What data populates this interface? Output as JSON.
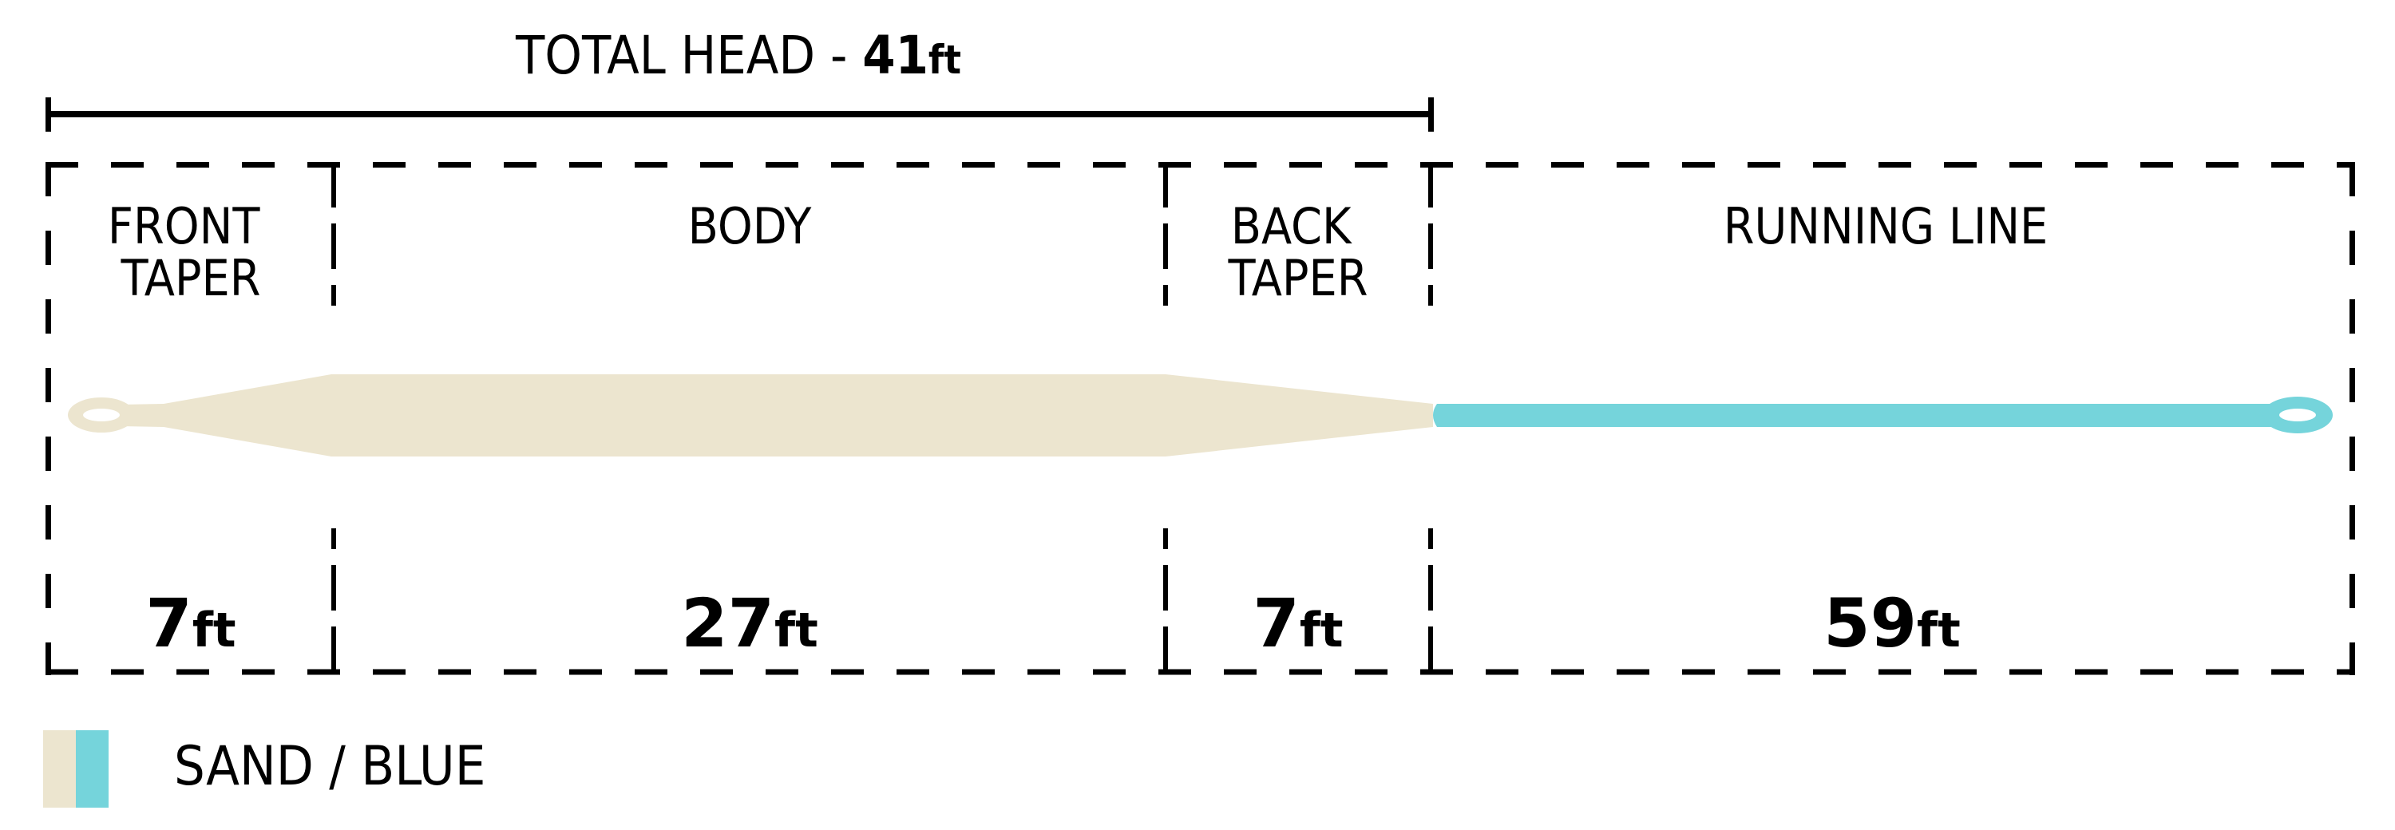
{
  "title": {
    "prefix": "TOTAL HEAD - ",
    "value": "41",
    "unit": "ft"
  },
  "sections": [
    {
      "id": "front-taper",
      "label_lines": [
        "FRONT",
        "TAPER"
      ],
      "length_value": "7",
      "length_unit": "ft"
    },
    {
      "id": "body",
      "label_lines": [
        "BODY"
      ],
      "length_value": "27",
      "length_unit": "ft"
    },
    {
      "id": "back-taper",
      "label_lines": [
        "BACK",
        "TAPER"
      ],
      "length_value": "7",
      "length_unit": "ft"
    },
    {
      "id": "running-line",
      "label_lines": [
        "RUNNING LINE"
      ],
      "length_value": "59",
      "length_unit": "ft"
    }
  ],
  "legend": {
    "label": "SAND / BLUE",
    "swatches": [
      {
        "name": "sand",
        "color": "#ECE5CF"
      },
      {
        "name": "blue",
        "color": "#75D4DB"
      }
    ]
  },
  "colors": {
    "sand": "#ECE5CF",
    "blue": "#75D4DB",
    "ink": "#000000"
  },
  "chart_data": {
    "type": "table",
    "title": "TOTAL HEAD - 41ft",
    "categories": [
      "FRONT TAPER",
      "BODY",
      "BACK TAPER",
      "RUNNING LINE"
    ],
    "values": [
      7,
      27,
      7,
      59
    ],
    "unit": "ft",
    "head_total": 41,
    "legend": [
      "SAND / BLUE"
    ]
  }
}
